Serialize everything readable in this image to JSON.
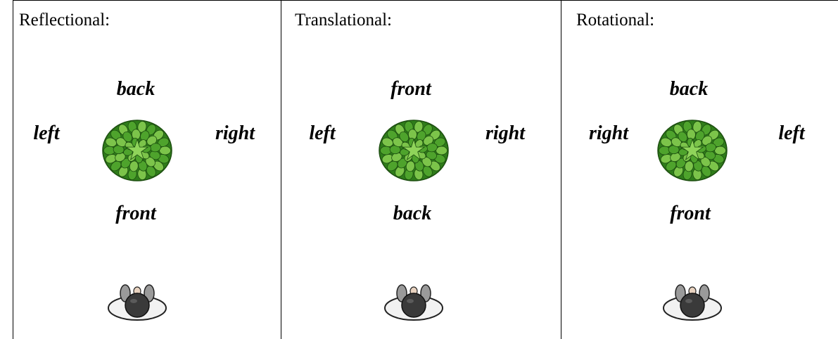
{
  "panels": [
    {
      "title": "Reflectional:",
      "labels": {
        "top": "back",
        "left": "left",
        "right": "right",
        "bottom": "front"
      }
    },
    {
      "title": "Translational:",
      "labels": {
        "top": "front",
        "left": "left",
        "right": "right",
        "bottom": "back"
      }
    },
    {
      "title": "Rotational:",
      "labels": {
        "top": "back",
        "left": "right",
        "right": "left",
        "bottom": "front"
      }
    }
  ],
  "icons": {
    "object": "bush-icon",
    "viewer": "person-top-view-icon"
  },
  "colors": {
    "bush_dark": "#2f7d1a",
    "bush_light": "#7cc44a",
    "head": "#3a3a3a",
    "shoulders": "#f2f2f2",
    "border": "#000000"
  }
}
